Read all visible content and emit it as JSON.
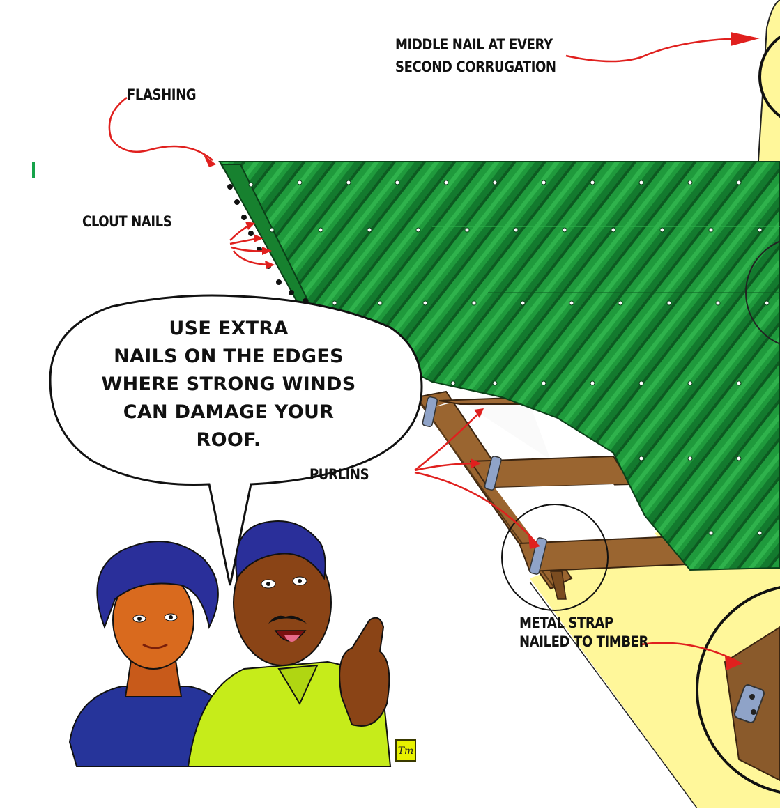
{
  "labels": {
    "middle_nail_line1": "MIDDLE NAIL AT EVERY",
    "middle_nail_line2": "SECOND CORRUGATION",
    "flashing": "FLASHING",
    "clout_nails": "CLOUT NAILS",
    "purlins": "PURLINS",
    "metal_strap_line1": "METAL STRAP",
    "metal_strap_line2": "NAILED TO TIMBER"
  },
  "speech_bubble": {
    "lines": [
      "USE EXTRA",
      "NAILS ON THE EDGES",
      "WHERE STRONG WINDS",
      "CAN DAMAGE YOUR",
      "ROOF."
    ]
  },
  "signature": "Tm",
  "colors": {
    "roof_green": "#1f9a3c",
    "roof_dark": "#136b27",
    "highlight_yellow": "#fff79a",
    "arrow_red": "#e0201e",
    "timber": "#8a5a2b",
    "shirt_lime": "#c6ec1a",
    "dress_blue": "#26349a"
  }
}
